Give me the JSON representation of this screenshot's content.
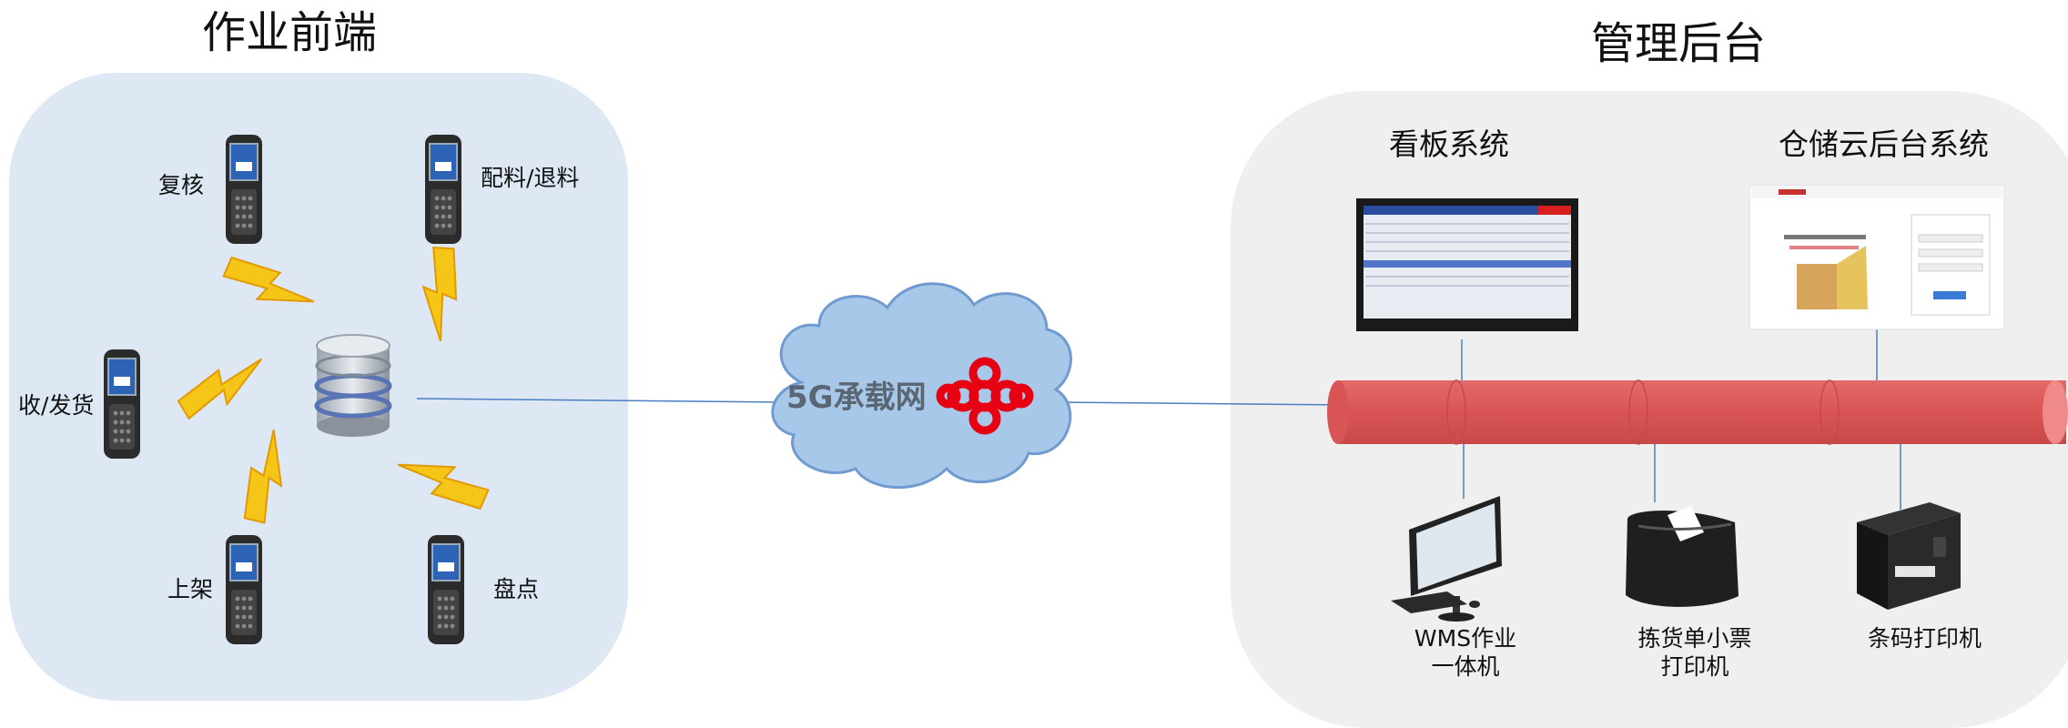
{
  "left_title": "作业前端",
  "right_title": "管理后台",
  "devices": {
    "review": "复核",
    "material_return": "配料/退料",
    "receive_ship": "收/发货",
    "shelving": "上架",
    "inventory": "盘点"
  },
  "cloud": {
    "label": "5G承载网"
  },
  "systems": {
    "kanban": "看板系统",
    "warehouse_cloud": "仓储云后台系统"
  },
  "terminals": {
    "wms_line1": "WMS作业",
    "wms_line2": "一体机",
    "picking_line1": "拣货单小票",
    "picking_line2": "打印机",
    "barcode": "条码打印机"
  },
  "colors": {
    "left_panel": "#dde8f4",
    "right_panel": "#efefef",
    "bus": "#d95b5b",
    "cloud": "#a8c8ea",
    "unicom_logo": "#e60012",
    "lightning": "#f5c518",
    "link_line": "#4a7fc0"
  },
  "icons": [
    "handheld-scanner-icon",
    "database-icon",
    "lightning-icon",
    "cloud-icon",
    "china-unicom-logo-icon",
    "monitor-icon",
    "all-in-one-pc-icon",
    "receipt-printer-icon",
    "barcode-printer-icon"
  ]
}
